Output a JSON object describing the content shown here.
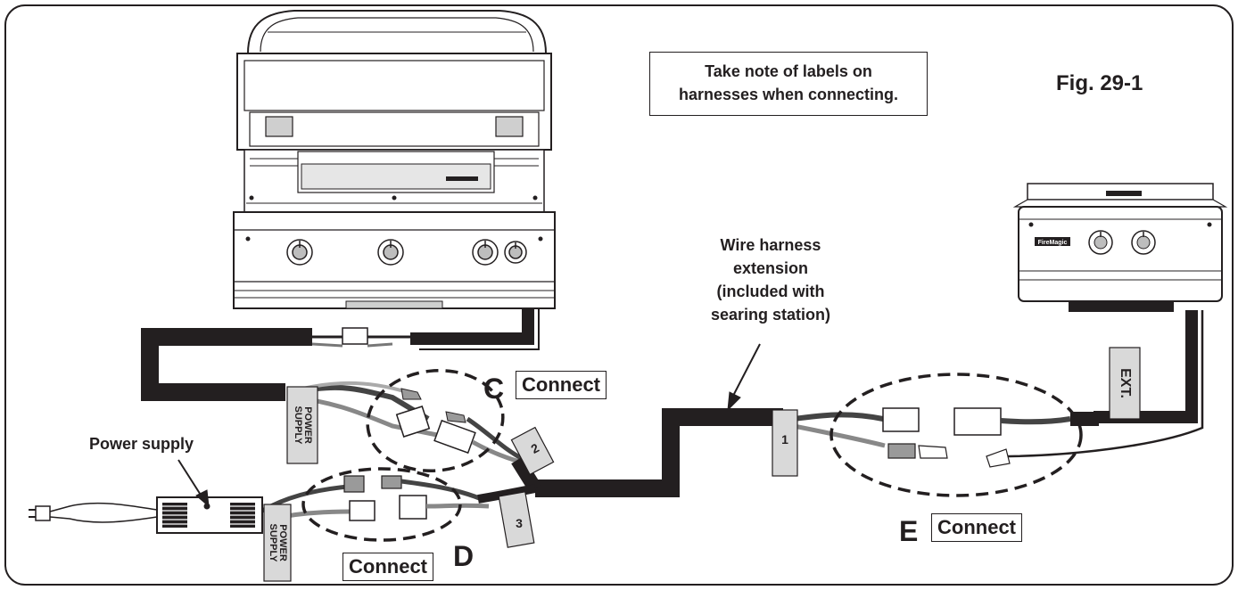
{
  "note": {
    "line1": "Take note of labels on",
    "line2": "harnesses when connecting."
  },
  "figure_label": "Fig. 29-1",
  "extension_label": {
    "line1": "Wire harness",
    "line2": "extension",
    "line3": "(included with",
    "line4": "searing station)"
  },
  "power_supply_label": "Power supply",
  "connections": {
    "c_letter": "C",
    "c_text": "Connect",
    "d_letter": "D",
    "d_text": "Connect",
    "e_letter": "E",
    "e_text": "Connect"
  },
  "harness_tags": {
    "tag1": "1",
    "tag2": "2",
    "tag3": "3",
    "ext": "EXT.",
    "power_supply_upper": {
      "line1": "POWER",
      "line2": "SUPPLY"
    },
    "power_supply_lower": {
      "line1": "POWER",
      "line2": "SUPPLY"
    }
  },
  "searing_brand": "FireMagic"
}
